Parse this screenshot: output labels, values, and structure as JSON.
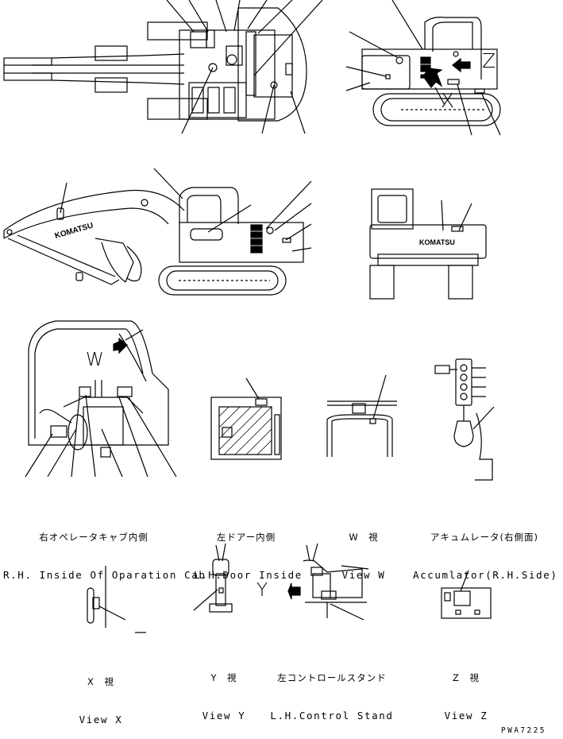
{
  "views": {
    "rh_cab": {
      "jp": "右オペレータキャブ内側",
      "en": "R.H. Inside Of Oparation Cab"
    },
    "lh_door": {
      "jp": "左ドアー内側",
      "en": "L.H.Door Inside"
    },
    "view_w": {
      "jp": "W　視",
      "en": "View W"
    },
    "accumulator": {
      "jp": "アキュムレータ(右側面)",
      "en": "Accumlator(R.H.Side)"
    },
    "view_x": {
      "jp": "X　視",
      "en": "View X"
    },
    "view_y": {
      "jp": "Y　視",
      "en": "View Y"
    },
    "lh_control": {
      "jp": "左コントロールスタンド",
      "en": "L.H.Control Stand"
    },
    "view_z": {
      "jp": "Z　視",
      "en": "View Z"
    }
  },
  "markers": {
    "x": "X",
    "y": "Y",
    "z": "Z",
    "w": "W"
  },
  "brand": "KOMATSU",
  "drawing_code": "PWA7225"
}
